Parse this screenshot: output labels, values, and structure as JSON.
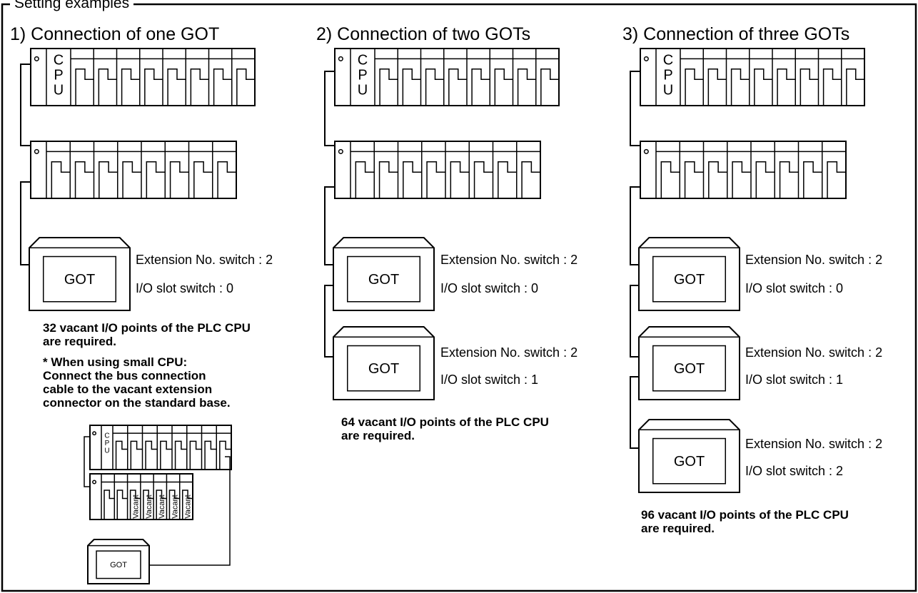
{
  "frame_title": "Setting examples",
  "columns": [
    {
      "heading": "1) Connection of one GOT",
      "got_label": "GOT",
      "cpu_letters": [
        "C",
        "P",
        "U"
      ],
      "switches": [
        {
          "extension": "Extension No. switch : 2",
          "slot": "I/O slot switch : 0"
        }
      ],
      "requirement": "32 vacant I/O points of the PLC CPU\nare required.",
      "small_cpu_note": "* When using small CPU:\n   Connect the bus connection\n   cable to the vacant extension\n   connector on the standard base.",
      "mini_diagram": {
        "cpu_letters": [
          "C",
          "P",
          "U"
        ],
        "vacant_label": "Vacant",
        "vacant_count": 5,
        "got_label": "GOT"
      }
    },
    {
      "heading": "2) Connection of two GOTs",
      "got_label": "GOT",
      "cpu_letters": [
        "C",
        "P",
        "U"
      ],
      "switches": [
        {
          "extension": "Extension No. switch : 2",
          "slot": "I/O slot switch : 0"
        },
        {
          "extension": "Extension No. switch : 2",
          "slot": "I/O slot switch : 1"
        }
      ],
      "requirement": "64 vacant I/O points of the PLC CPU\nare required."
    },
    {
      "heading": "3) Connection of three GOTs",
      "got_label": "GOT",
      "cpu_letters": [
        "C",
        "P",
        "U"
      ],
      "switches": [
        {
          "extension": "Extension No. switch : 2",
          "slot": "I/O slot switch : 0"
        },
        {
          "extension": "Extension No. switch : 2",
          "slot": "I/O slot switch : 1"
        },
        {
          "extension": "Extension No. switch : 2",
          "slot": "I/O slot switch : 2"
        }
      ],
      "requirement": "96 vacant I/O points of the PLC CPU\nare required."
    }
  ]
}
